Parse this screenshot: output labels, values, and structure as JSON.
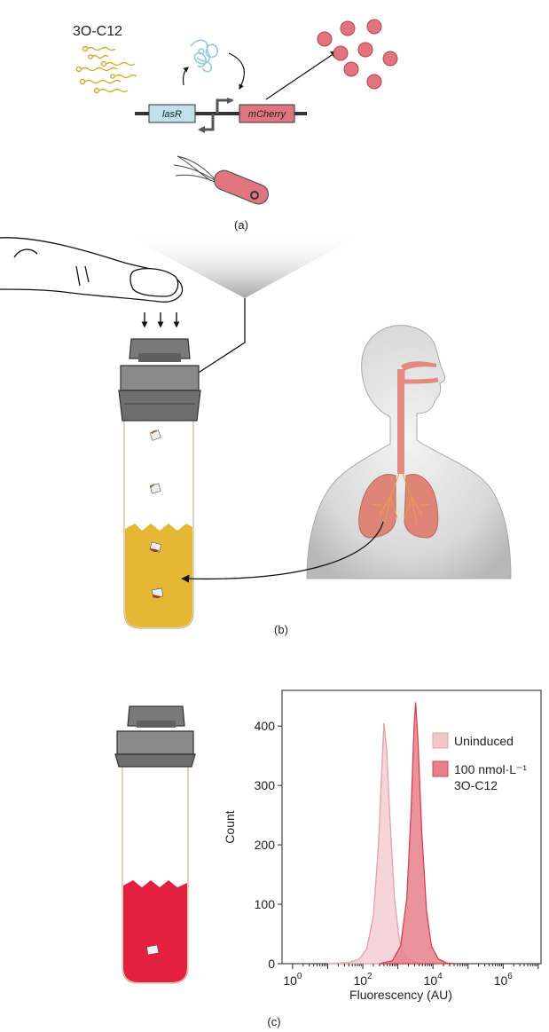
{
  "panel_a": {
    "caption": "(a)",
    "molecule_label": "3O-C12",
    "gene_lasR": "lasR",
    "gene_mCherry": "mCherry"
  },
  "panel_b": {
    "caption": "(b)"
  },
  "panel_c": {
    "caption": "(c)",
    "chart_data": {
      "type": "area",
      "xlabel": "Fluorescency (AU)",
      "ylabel": "Count",
      "x_scale": "log",
      "x_ticks": [
        {
          "value": 1,
          "base": "10",
          "exp": "0"
        },
        {
          "value": 100,
          "base": "10",
          "exp": "2"
        },
        {
          "value": 10000,
          "base": "10",
          "exp": "4"
        },
        {
          "value": 1000000,
          "base": "10",
          "exp": "6"
        }
      ],
      "y_ticks": [
        "0",
        "100",
        "200",
        "300",
        "400"
      ],
      "xlim": [
        0.5,
        12000000
      ],
      "ylim": [
        0,
        460
      ],
      "series": [
        {
          "name": "Uninduced",
          "color": "#f2c7cc",
          "edge": "#e6a0aa",
          "peak_x": 400,
          "peak_y": 405,
          "points": [
            [
              10,
              0
            ],
            [
              40,
              2
            ],
            [
              80,
              8
            ],
            [
              130,
              25
            ],
            [
              200,
              80
            ],
            [
              280,
              200
            ],
            [
              350,
              330
            ],
            [
              400,
              405
            ],
            [
              480,
              360
            ],
            [
              600,
              240
            ],
            [
              800,
              110
            ],
            [
              1100,
              40
            ],
            [
              1600,
              12
            ],
            [
              3000,
              2
            ],
            [
              6000,
              0
            ]
          ]
        },
        {
          "name": "100 nmol·L⁻¹",
          "name_line2": "3O-C12",
          "color": "#e8808c",
          "edge": "#d9404f",
          "peak_x": 3200,
          "peak_y": 440,
          "points": [
            [
              300,
              0
            ],
            [
              700,
              5
            ],
            [
              1200,
              30
            ],
            [
              1800,
              110
            ],
            [
              2400,
              260
            ],
            [
              2900,
              400
            ],
            [
              3200,
              440
            ],
            [
              3700,
              380
            ],
            [
              4800,
              220
            ],
            [
              6500,
              90
            ],
            [
              9000,
              30
            ],
            [
              14000,
              8
            ],
            [
              25000,
              1
            ],
            [
              50000,
              0
            ]
          ]
        }
      ],
      "legend_position": "top-right"
    }
  }
}
